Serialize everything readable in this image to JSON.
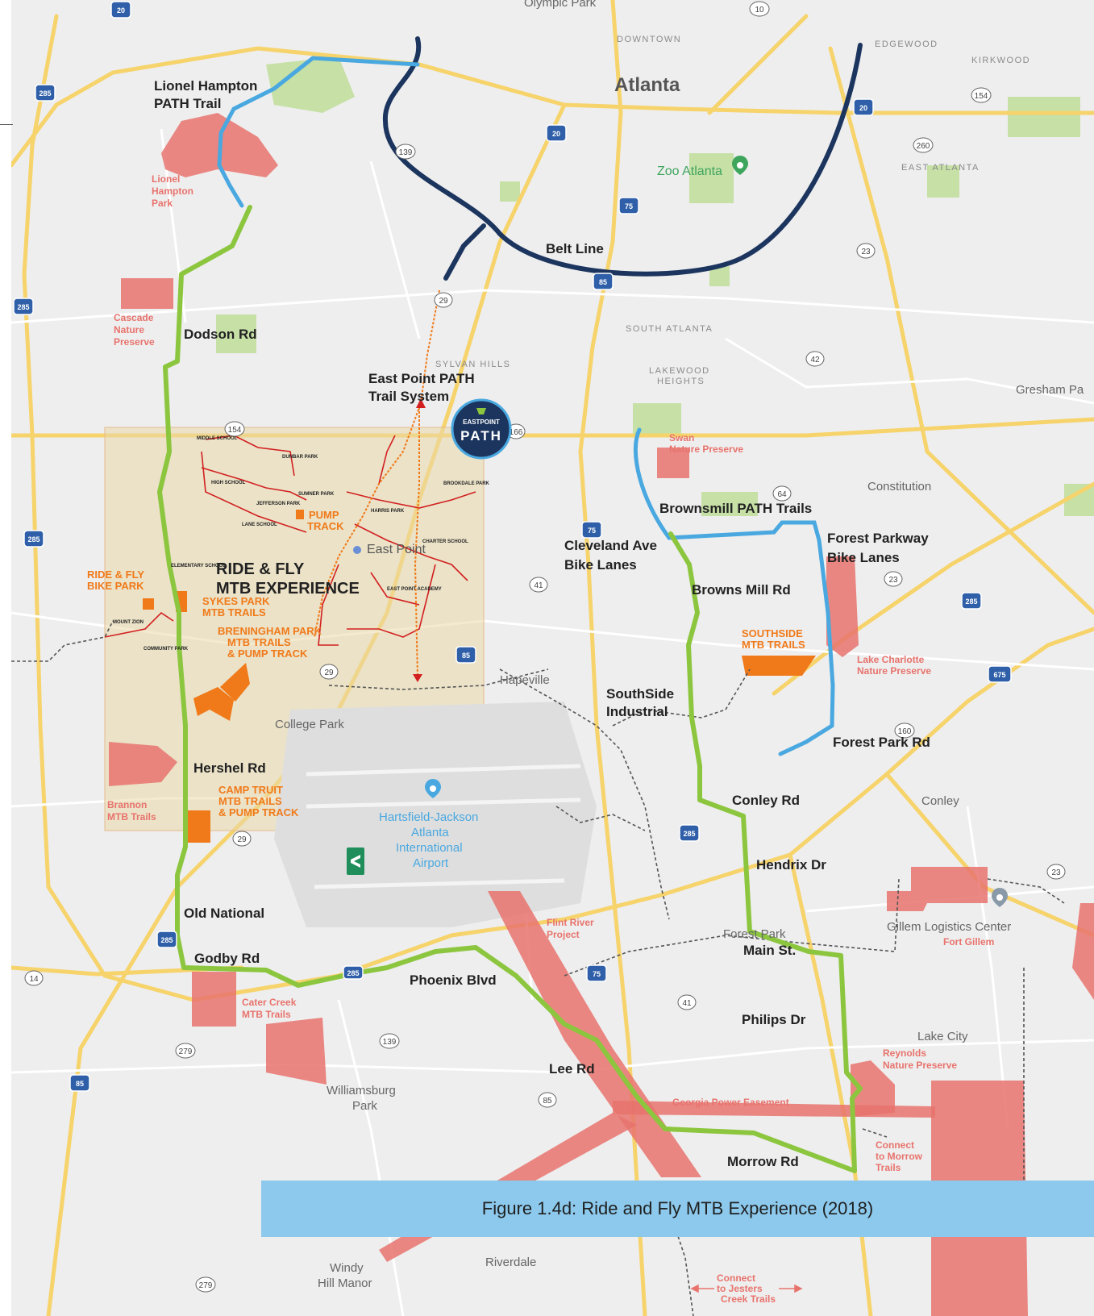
{
  "caption": "Figure 1.4d: Ride and Fly MTB Experience (2018)",
  "colors": {
    "background": "#eeeeee",
    "highway": "#f6d36b",
    "road": "#ffffff",
    "park_green": "#c6e0a6",
    "park_red": "#e8736d",
    "mtb_orange": "#f07a1a",
    "belt_line": "#1c355e",
    "path_trail": "#4aa8e0",
    "green_route": "#8cc63f",
    "caption_band": "#8cc9ec",
    "dashed_trail": "#555555"
  },
  "labels": {
    "olympic_park": "Olympic Park",
    "downtown": "DOWNTOWN",
    "atlanta": "Atlanta",
    "edgewood": "EDGEWOOD",
    "kirkwood": "KIRKWOOD",
    "lionel_trail": [
      "Lionel Hampton",
      "PATH Trail"
    ],
    "lionel_park": [
      "Lionel",
      "Hampton",
      "Park"
    ],
    "zoo": "Zoo Atlanta",
    "east_atlanta": "EAST ATLANTA",
    "belt_line": "Belt Line",
    "cascade": [
      "Cascade",
      "Nature",
      "Preserve"
    ],
    "dodson": "Dodson Rd",
    "south_atlanta": "SOUTH ATLANTA",
    "sylvan_hills": "SYLVAN HILLS",
    "lakewood": [
      "LAKEWOOD",
      "HEIGHTS"
    ],
    "east_point_path": [
      "East Point PATH",
      "Trail System"
    ],
    "eastpoint_logo": [
      "EASTPOINT",
      "PATH"
    ],
    "gresham": "Gresham Pa",
    "swan": [
      "Swan",
      "Nature Preserve"
    ],
    "constitution": "Constitution",
    "brownsmill_trails": "Brownsmill PATH Trails",
    "pump_track": [
      "PUMP",
      "TRACK"
    ],
    "east_point": "East Point",
    "forest_parkway": [
      "Forest Parkway",
      "Bike Lanes"
    ],
    "cleveland": [
      "Cleveland Ave",
      "Bike Lanes"
    ],
    "ride_fly": [
      "RIDE & FLY",
      "MTB EXPERIENCE"
    ],
    "ride_fly_park": [
      "RIDE & FLY",
      "BIKE PARK"
    ],
    "browns_mill": "Browns Mill Rd",
    "sykes": [
      "SYKES PARK",
      "MTB TRAILS"
    ],
    "southside_mtb": [
      "SOUTHSIDE",
      "MTB TRAILS"
    ],
    "breningham": [
      "BRENINGHAM PARK",
      "MTB TRAILS",
      "& PUMP TRACK"
    ],
    "lake_charlotte": [
      "Lake Charlotte",
      "Nature Preserve"
    ],
    "hapeville": "Hapeville",
    "southside_industrial": [
      "SouthSide",
      "Industrial"
    ],
    "college_park": "College Park",
    "forest_park_rd": "Forest Park Rd",
    "hershel": "Hershel Rd",
    "camp_truit": [
      "CAMP TRUIT",
      "MTB TRAILS",
      "& PUMP TRACK"
    ],
    "brannon": [
      "Brannon",
      "MTB Trails"
    ],
    "airport": [
      "Hartsfield-Jackson",
      "Atlanta",
      "International",
      "Airport"
    ],
    "conley_rd": "Conley Rd",
    "conley": "Conley",
    "hendrix": "Hendrix Dr",
    "old_national": "Old National",
    "flint_river": [
      "Flint River",
      "Project"
    ],
    "gillem": "Gillem Logistics Center",
    "fort_gillem": "Fort Gillem",
    "forest_park": "Forest Park",
    "main_st": "Main St.",
    "godby": "Godby Rd",
    "phoenix": "Phoenix Blvd",
    "cater_creek": [
      "Cater Creek",
      "MTB Trails"
    ],
    "philips": "Philips Dr",
    "lake_city": "Lake City",
    "reynolds": [
      "Reynolds",
      "Nature Preserve"
    ],
    "lee_rd": "Lee Rd",
    "williamsburg": [
      "Williamsburg",
      "Park"
    ],
    "georgia_power": "Georgia Power Easement",
    "connect_morrow": [
      "Connect",
      "to Morrow",
      "Trails"
    ],
    "morrow_rd": "Morrow Rd",
    "windy_hill": [
      "Windy",
      "Hill Manor"
    ],
    "riverdale": "Riverdale",
    "connect_jesters": [
      "Connect",
      "to Jesters",
      "Creek Trails"
    ],
    "school_labels": [
      "MIDDLE SCHOOL",
      "HIGH SCHOOL",
      "ELEMENTARY SCHOOL",
      "LANE SCHOOL",
      "CHARTER SCHOOL",
      "EAST POINT ACADEMY",
      "MOUNT ZION"
    ],
    "park_labels": [
      "DUNBAR PARK",
      "HARRIS PARK",
      "BROOKDALE PARK",
      "SUMNER PARK",
      "JEFFERSON PARK",
      "COMMUNITY PARK"
    ]
  },
  "shields": {
    "interstate": [
      "20",
      "20",
      "20",
      "285",
      "285",
      "285",
      "285",
      "75",
      "75",
      "85",
      "85",
      "675",
      "285",
      "285",
      "75",
      "85",
      "285"
    ],
    "state": [
      "10",
      "154",
      "139",
      "260",
      "23",
      "42",
      "154",
      "166",
      "29",
      "64",
      "23",
      "41",
      "139",
      "279",
      "14",
      "85",
      "23",
      "160",
      "279",
      "29",
      "41",
      "29"
    ]
  },
  "icons": [
    "zoo-pin-icon",
    "airport-pin-icon",
    "gillem-pin-icon",
    "east-point-pin-icon",
    "airport-terminal-icon"
  ]
}
